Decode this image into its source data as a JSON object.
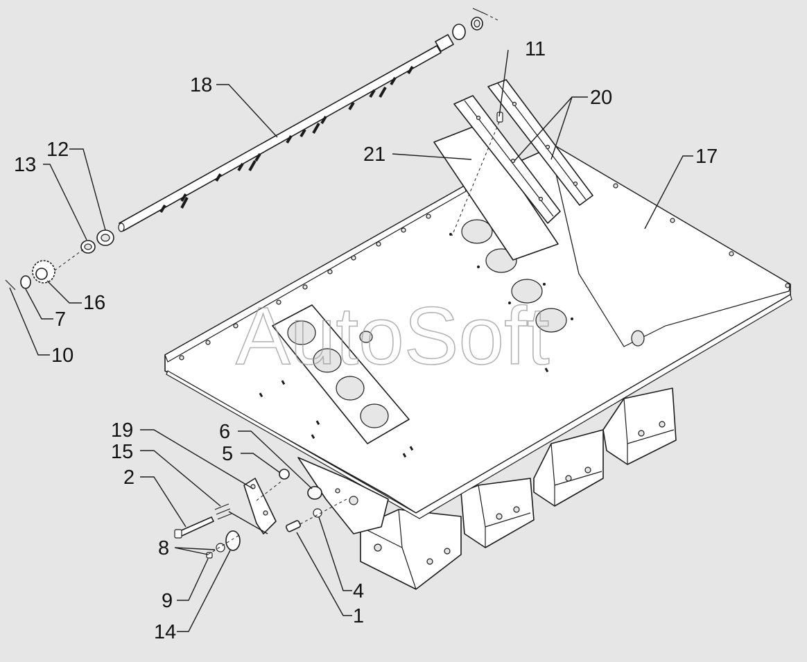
{
  "watermark": "AutoSoft",
  "callouts": {
    "c1": "1",
    "c2": "2",
    "c4": "4",
    "c5": "5",
    "c6": "6",
    "c7": "7",
    "c8": "8",
    "c9": "9",
    "c10": "10",
    "c11": "11",
    "c12": "12",
    "c13": "13",
    "c14": "14",
    "c15": "15",
    "c16": "16",
    "c17": "17",
    "c18": "18",
    "c19": "19",
    "c20": "20",
    "c21": "21"
  },
  "colors": {
    "background": "#e6e6e6",
    "line": "#1a1a1a",
    "fill": "#ffffff",
    "watermark": "#9a9a9a"
  }
}
